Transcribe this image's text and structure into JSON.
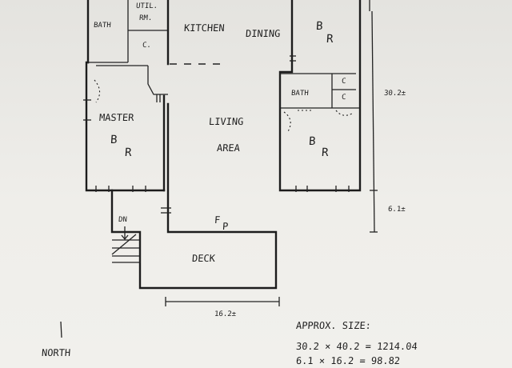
{
  "rooms": {
    "bath_top": "BATH",
    "util_room_1": "UTIL.",
    "util_room_2": "RM.",
    "closet_c_top": "C.",
    "kitchen": "KITCHEN",
    "dining": "DINING",
    "bedroom_ne_1": "B",
    "bedroom_ne_2": "R",
    "bath_right": "BATH",
    "closet_c_right_1": "C",
    "closet_c_right_2": "C",
    "master": "MASTER",
    "master_br_1": "B",
    "master_br_2": "R",
    "living_1": "LIVING",
    "living_2": "AREA",
    "bedroom_e_1": "B",
    "bedroom_e_2": "R",
    "fireplace_1": "F",
    "fireplace_2": "P",
    "deck": "DECK",
    "down_stairs": "DN"
  },
  "dimensions": {
    "right_long": "30.2±",
    "right_short": "6.1±",
    "deck_width": "16.2±"
  },
  "compass": {
    "label": "NORTH"
  },
  "calc": {
    "title": "APPROX. SIZE:",
    "line1": "30.2 × 40.2 = 1214.04",
    "line2": "6.1 × 16.2 = 98.82"
  }
}
